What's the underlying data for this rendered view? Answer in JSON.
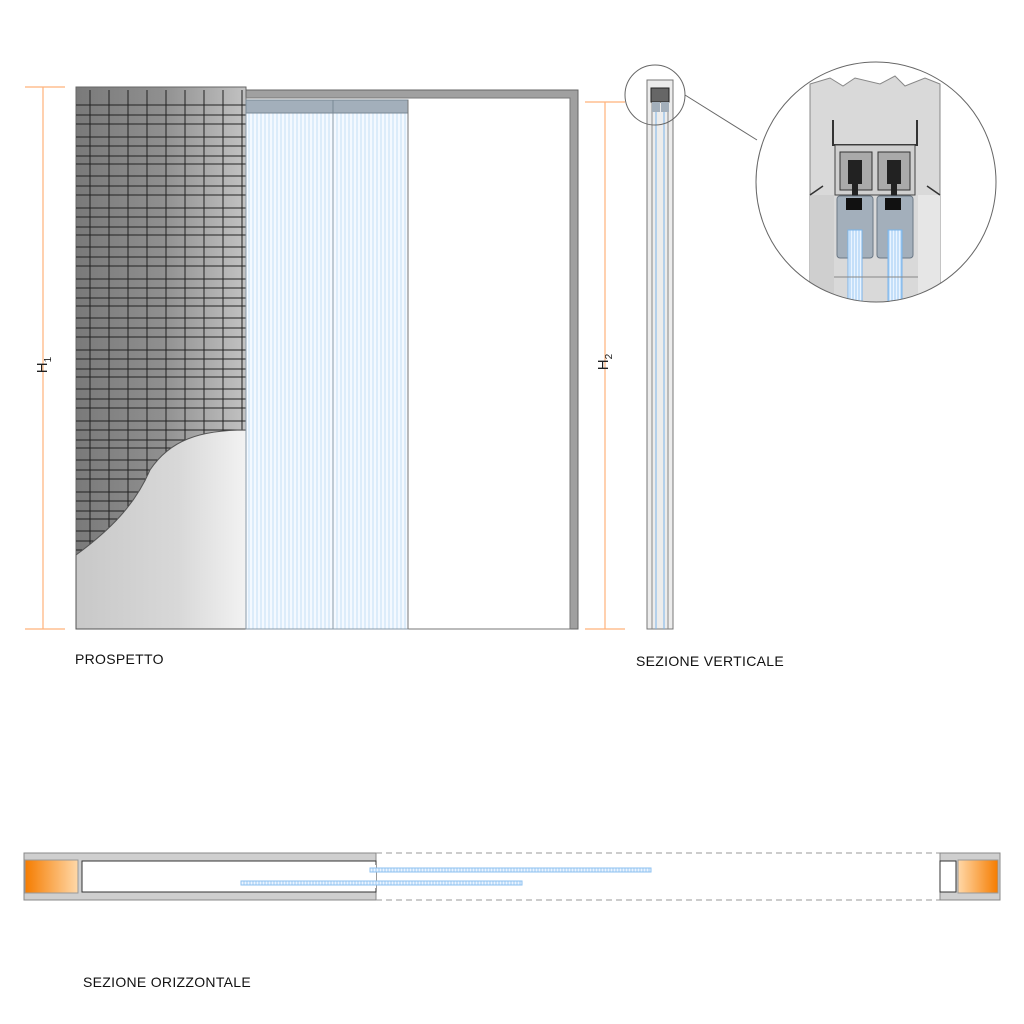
{
  "labels": {
    "elevation": "PROSPETTO",
    "vertical_section": "SEZIONE VERTICALE",
    "horizontal_section": "SEZIONE ORIZZONTALE"
  },
  "dimensions": {
    "h1": {
      "main": "H",
      "sub": "1"
    },
    "h2": {
      "main": "H",
      "sub": "2"
    }
  },
  "colors": {
    "dimension_line": "#ffb27a",
    "frame": "#9a9a9a",
    "glass": "#a9cdf0",
    "panel_header": "#a3afbb",
    "insulation": "#f57c00"
  }
}
